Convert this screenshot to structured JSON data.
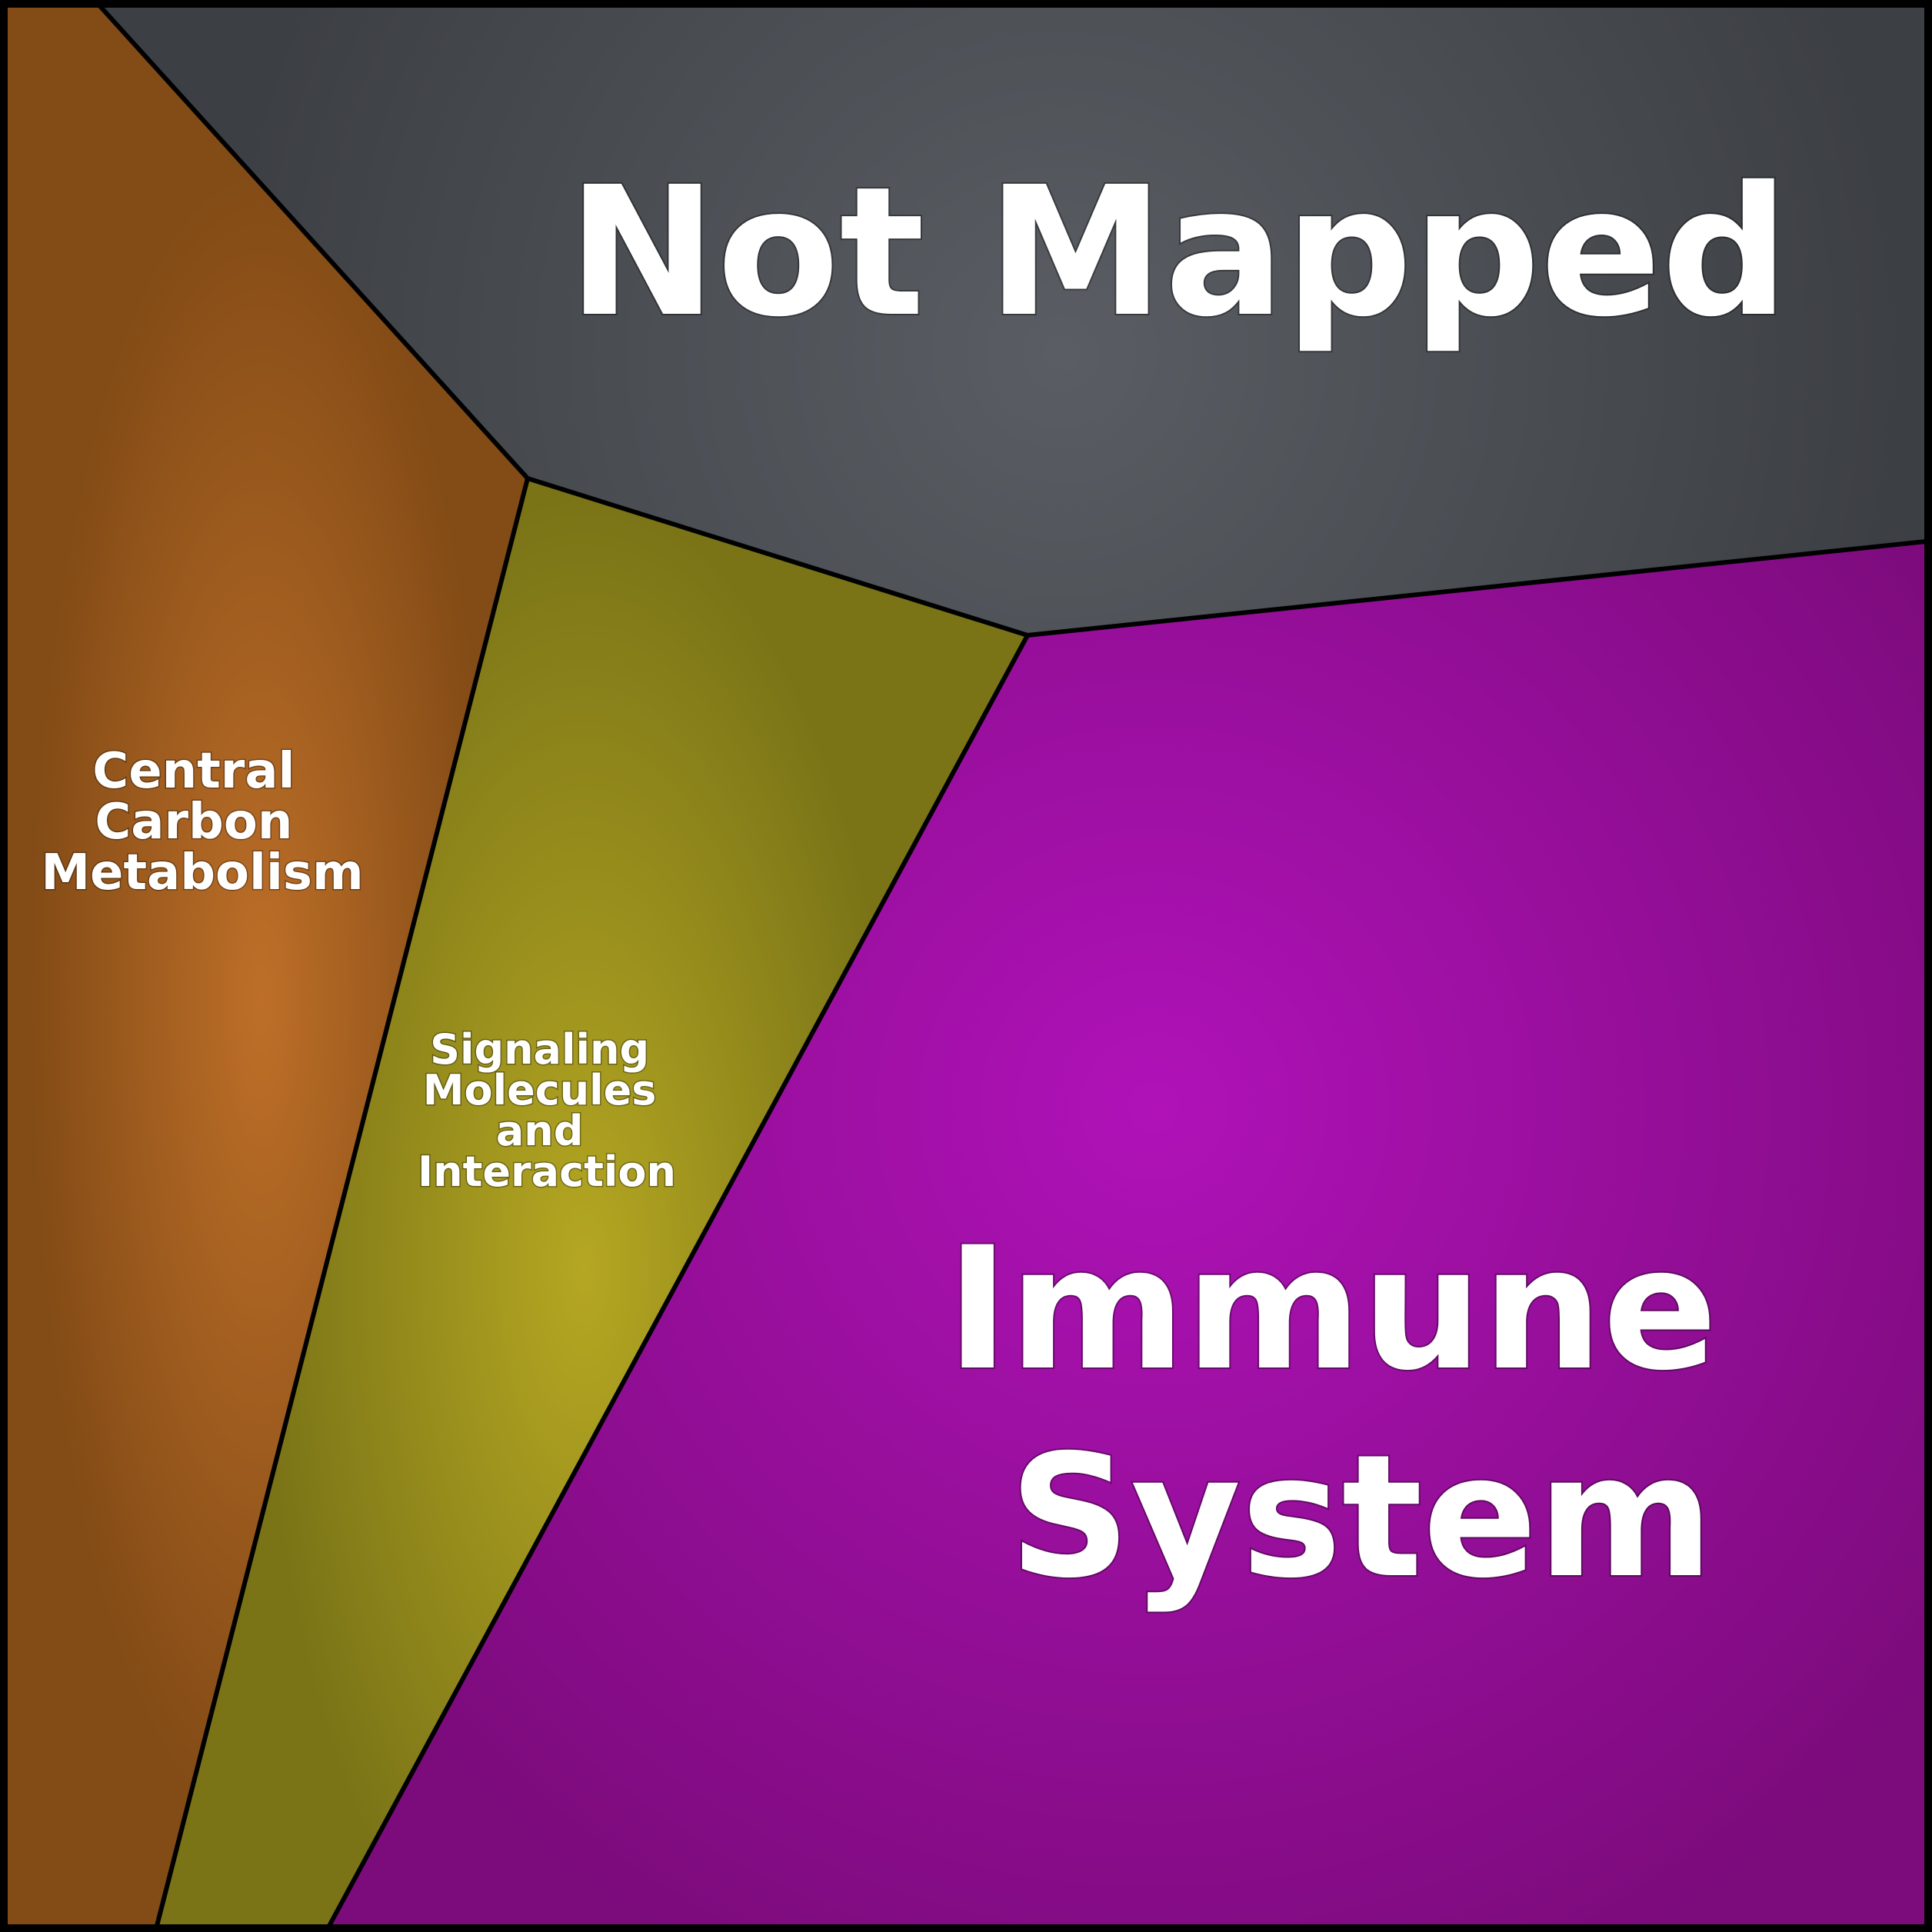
{
  "regions": [
    {
      "id": "not-mapped",
      "label_lines": [
        "Not Mapped"
      ],
      "color_center": "#5a5e64",
      "color_edge": "#3c3f43"
    },
    {
      "id": "central-carbon-metabolism",
      "label_lines": [
        "Central",
        "Carbon",
        "Metabolism"
      ],
      "color_center": "#bd6f28",
      "color_edge": "#834b16"
    },
    {
      "id": "signaling-molecules-and-interaction",
      "label_lines": [
        "Signaling",
        "Molecules",
        "and",
        "Interaction"
      ],
      "color_center": "#b5a722",
      "color_edge": "#7a7417"
    },
    {
      "id": "immune-system",
      "label_lines": [
        "Immune",
        "System"
      ],
      "color_center": "#b012b8",
      "color_edge": "#7c0b7c"
    }
  ]
}
